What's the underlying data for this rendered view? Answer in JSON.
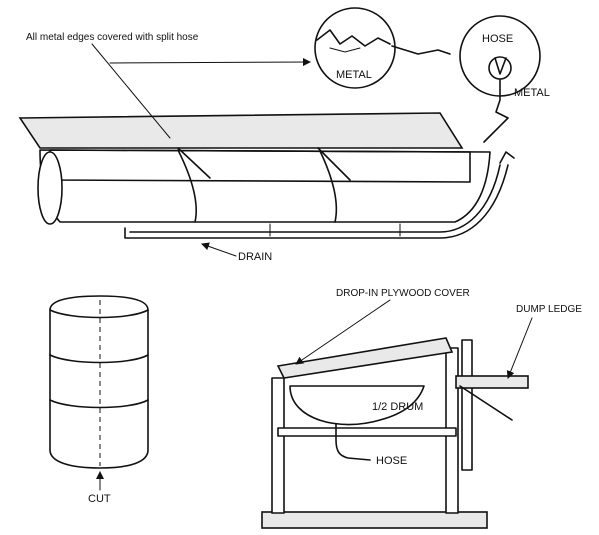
{
  "labels": {
    "split_hose_note": "All metal edges covered with split hose",
    "metal_left": "METAL",
    "hose": "HOSE",
    "metal_right": "METAL",
    "drain": "DRAIN",
    "drop_in_cover": "DROP-IN PLYWOOD COVER",
    "dump_ledge": "DUMP LEDGE",
    "half_drum": "1/2 DRUM",
    "hose_bottom": "HOSE",
    "cut": "CUT"
  }
}
